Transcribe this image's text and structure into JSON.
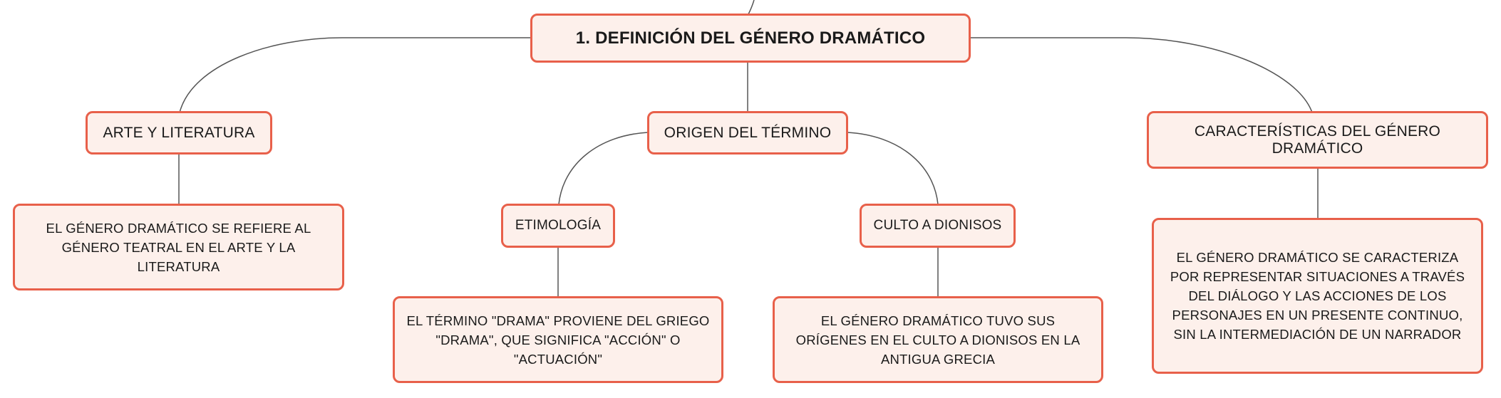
{
  "root": {
    "label": "1. DEFINICIÓN DEL GÉNERO DRAMÁTICO"
  },
  "topics": {
    "arte": {
      "label": "ARTE Y LITERATURA",
      "desc": "EL GÉNERO DRAMÁTICO SE REFIERE AL GÉNERO TEATRAL EN EL ARTE Y LA LITERATURA"
    },
    "origen": {
      "label": "ORIGEN DEL TÉRMINO",
      "etimologia": {
        "label": "ETIMOLOGÍA",
        "desc": "EL TÉRMINO \"DRAMA\" PROVIENE DEL GRIEGO \"DRAMA\", QUE SIGNIFICA \"ACCIÓN\" O \"ACTUACIÓN\""
      },
      "culto": {
        "label": "CULTO A DIONISOS",
        "desc": "EL GÉNERO DRAMÁTICO TUVO SUS ORÍGENES EN EL CULTO A DIONISOS EN LA ANTIGUA GRECIA"
      }
    },
    "caracteristicas": {
      "label": "CARACTERÍSTICAS DEL GÉNERO DRAMÁTICO",
      "desc": "EL GÉNERO DRAMÁTICO SE CARACTERIZA POR REPRESENTAR SITUACIONES A TRAVÉS DEL DIÁLOGO Y LAS ACCIONES DE LOS PERSONAJES EN UN PRESENTE CONTINUO, SIN LA INTERMEDIACIÓN DE UN NARRADOR"
    }
  },
  "colors": {
    "node_fill": "#fdf0eb",
    "node_border": "#e8604a",
    "connector": "#555555"
  }
}
